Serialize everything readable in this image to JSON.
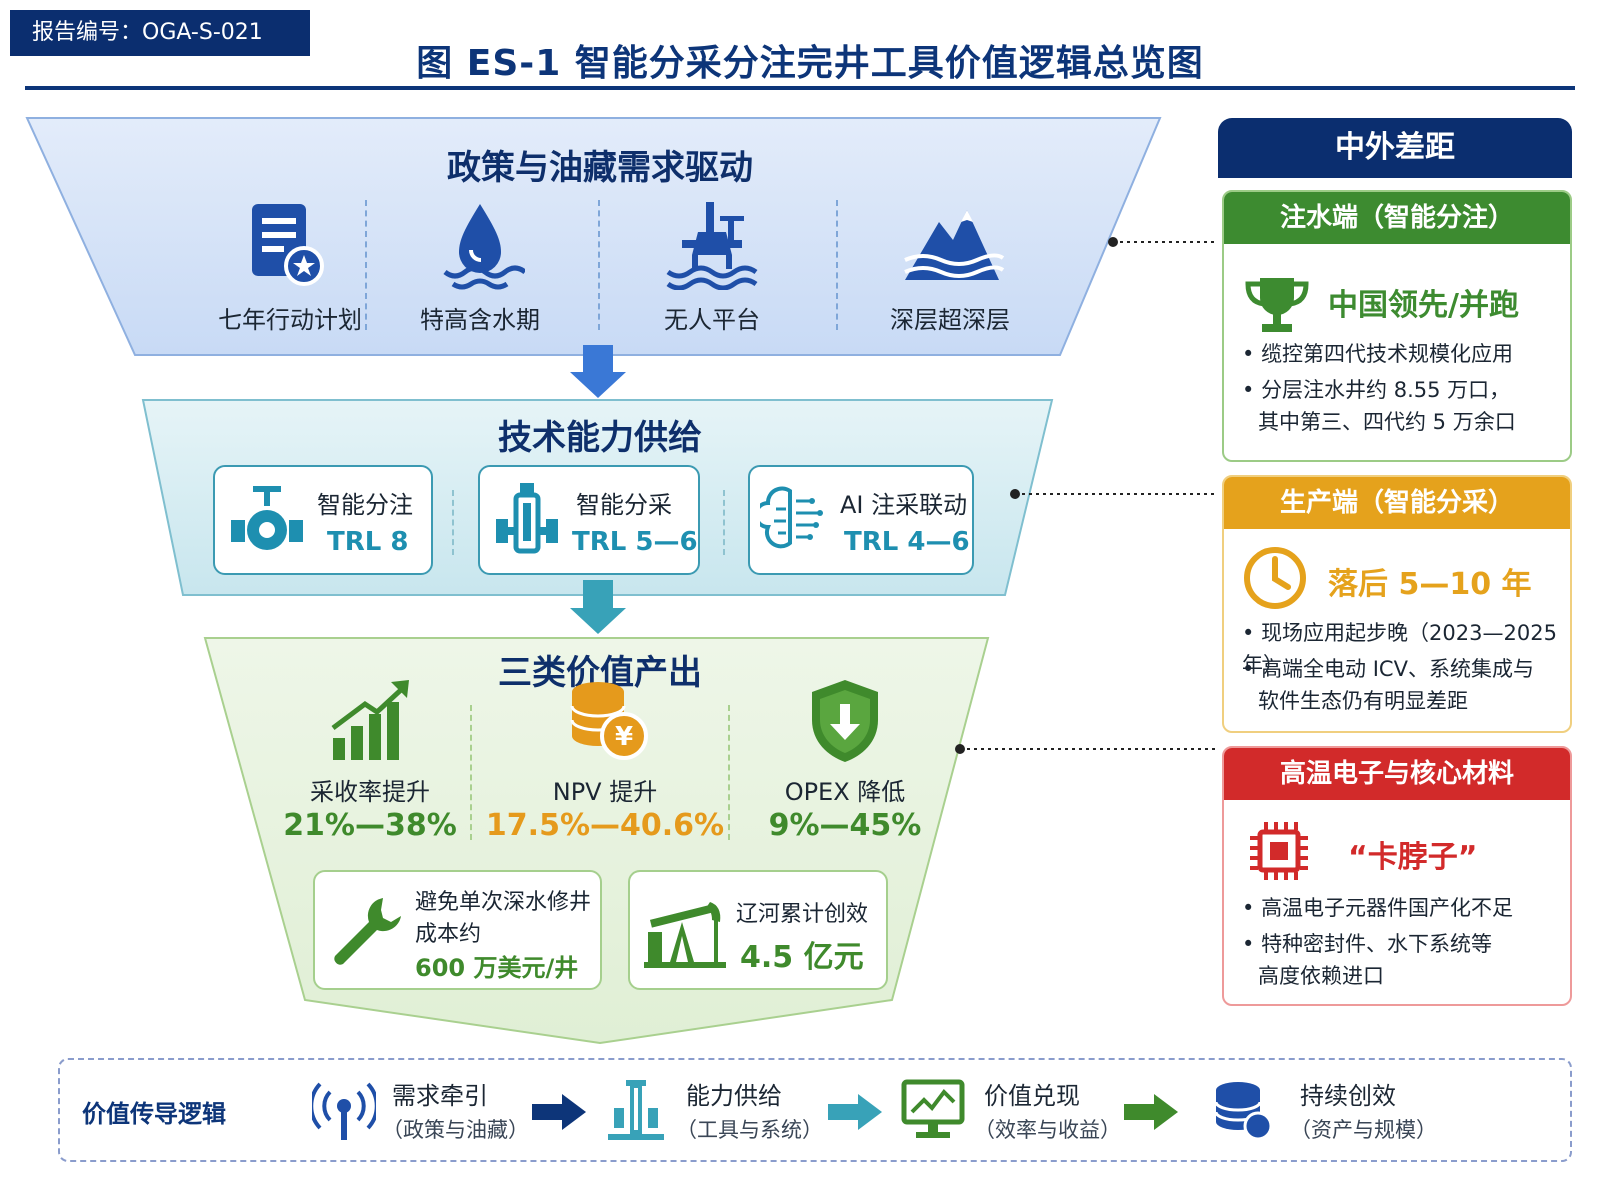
{
  "header": {
    "report_no": "报告编号：OGA-S-021",
    "title": "图 ES-1  智能分采分注完井工具价值逻辑总览图"
  },
  "drivers": {
    "title": "政策与油藏需求驱动",
    "items": [
      {
        "label": "七年行动计划",
        "icon": "policy-document-icon"
      },
      {
        "label": "特高含水期",
        "icon": "water-drop-icon"
      },
      {
        "label": "无人平台",
        "icon": "offshore-platform-icon"
      },
      {
        "label": "深层超深层",
        "icon": "mountain-layers-icon"
      }
    ]
  },
  "tech": {
    "title": "技术能力供给",
    "items": [
      {
        "name": "智能分注",
        "trl": "TRL 8",
        "icon": "valve-icon"
      },
      {
        "name": "智能分采",
        "trl": "TRL 5—6",
        "icon": "downhole-tool-icon"
      },
      {
        "name": "AI 注采联动",
        "trl": "TRL 4—6",
        "icon": "ai-brain-icon"
      }
    ]
  },
  "value": {
    "title": "三类价值产出",
    "items": [
      {
        "label": "采收率提升",
        "value": "21%—38%",
        "color": "#3f8a2c",
        "icon": "growth-chart-icon"
      },
      {
        "label": "NPV 提升",
        "value": "17.5%—40.6%",
        "color": "#e59a1c",
        "icon": "coins-yuan-icon"
      },
      {
        "label": "OPEX 降低",
        "value": "9%—45%",
        "color": "#3f8a2c",
        "icon": "shield-down-icon"
      }
    ],
    "boxes": [
      {
        "line1": "避免单次深水修井",
        "line2": "成本约",
        "value": "600 万美元/井",
        "icon": "wrench-icon"
      },
      {
        "line1": "辽河累计创效",
        "value": "4.5 亿元",
        "icon": "pumpjack-icon"
      }
    ]
  },
  "gap": {
    "title": "中外差距",
    "cards": [
      {
        "head": "注水端（智能分注）",
        "status": "中国领先/并跑",
        "color": "#3d8b30",
        "bullets": [
          "缆控第四代技术规模化应用",
          "分层注水井约 8.55 万口，",
          "其中第三、四代约 5 万余口"
        ],
        "icon": "trophy-icon"
      },
      {
        "head": "生产端（智能分采）",
        "status": "落后 5—10 年",
        "color": "#e5a21c",
        "bullets": [
          "现场应用起步晚（2023—2025 年）",
          "高端全电动 ICV、系统集成与",
          "软件生态仍有明显差距"
        ],
        "icon": "clock-icon"
      },
      {
        "head": "高温电子与核心材料",
        "status": "“卡脖子”",
        "color": "#d22a2a",
        "bullets": [
          "高温电子元器件国产化不足",
          "特种密封件、水下系统等",
          "高度依赖进口"
        ],
        "icon": "chip-icon"
      }
    ]
  },
  "flow": {
    "title": "价值传导逻辑",
    "steps": [
      {
        "main": "需求牵引",
        "sub": "（政策与油藏）",
        "icon": "signal-icon"
      },
      {
        "main": "能力供给",
        "sub": "（工具与系统）",
        "icon": "tool-assembly-icon"
      },
      {
        "main": "价值兑现",
        "sub": "（效率与收益）",
        "icon": "monitor-chart-icon"
      },
      {
        "main": "持续创效",
        "sub": "（资产与规模）",
        "icon": "database-icon"
      }
    ]
  }
}
